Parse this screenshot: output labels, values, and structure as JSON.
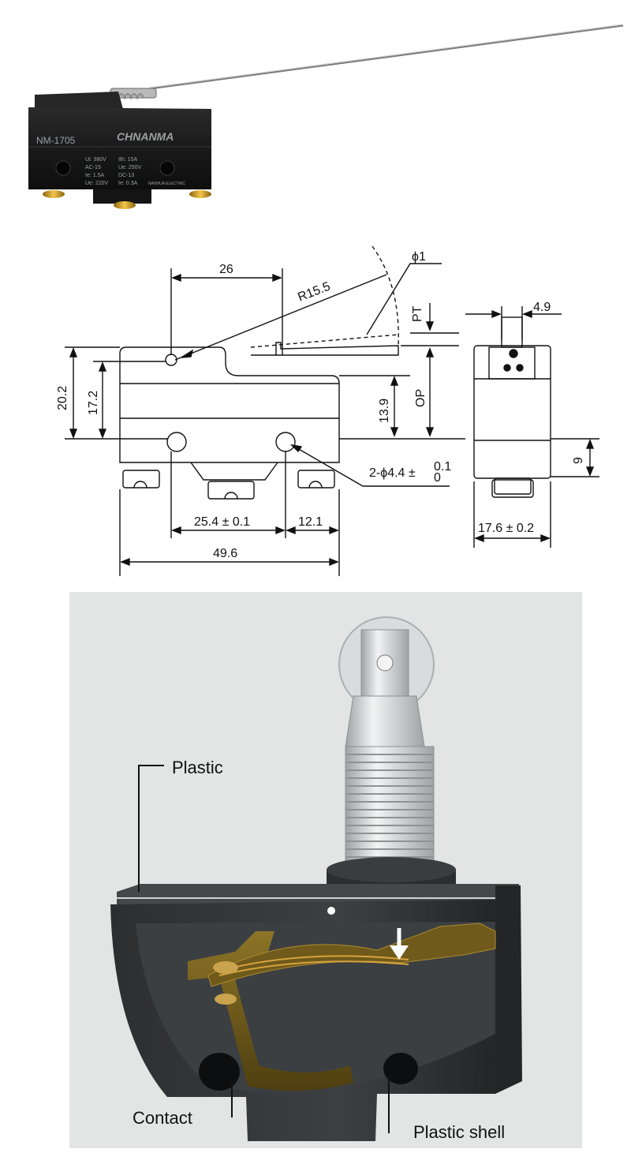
{
  "product_photo": {
    "model": "NM-1705",
    "brand": "CHNANMA",
    "specs": [
      "Ui: 380V",
      "Ith: 15A",
      "AC-15",
      "Ue: 250V",
      "Ie: 1.5A",
      "DC-13",
      "Ue: 220V",
      "Ie: 0.3A"
    ],
    "maker": "NANHUA ELECTRIC"
  },
  "dimension_drawing": {
    "dim_26": "26",
    "dim_r155": "R15.5",
    "dim_phi1": "ϕ1",
    "dim_pt": "PT",
    "dim_49": "4.9",
    "dim_202": "20.2",
    "dim_172": "17.2",
    "dim_139": "13.9",
    "dim_op": "OP",
    "dim_9": "9",
    "dim_hole_prefix": "2-ϕ4.4 ±",
    "dim_hole_tol_upper": "0.1",
    "dim_hole_tol_lower": "0",
    "dim_254": "25.4 ± 0.1",
    "dim_121": "12.1",
    "dim_176": "17.6 ± 0.2",
    "dim_496": "49.6"
  },
  "cutaway": {
    "label_plastic": "Plastic",
    "label_contact": "Contact",
    "label_plastic_shell": "Plastic shell",
    "colors": {
      "background": "#e3e5e5",
      "shell": "#333537",
      "brass": "#6f5a1c"
    }
  }
}
